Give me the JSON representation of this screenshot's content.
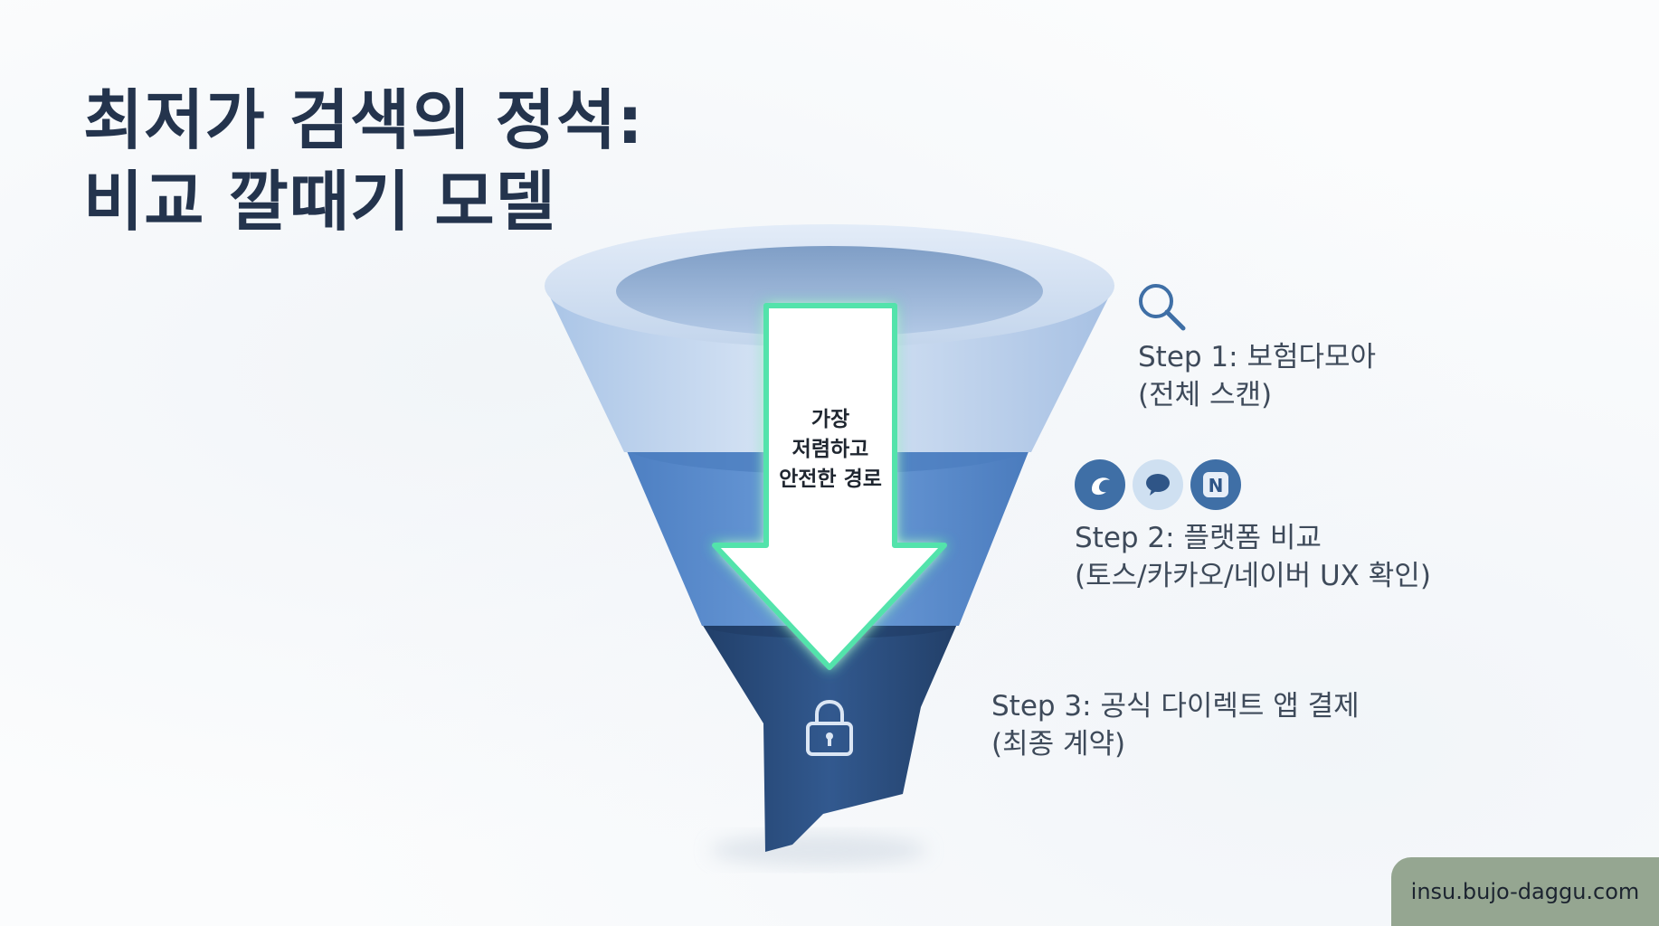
{
  "title": {
    "line1": "최저가 검색의 정석:",
    "line2": "비교 깔때기 모델"
  },
  "arrow": {
    "line1": "가장",
    "line2": "저렴하고",
    "line3": "안전한 경로"
  },
  "steps": [
    {
      "line1": "Step 1: 보험다모아",
      "line2": "(전체 스캔)",
      "icon": "search-icon"
    },
    {
      "line1": "Step 2: 플랫폼 비교",
      "line2": "(토스/카카오/네이버 UX 확인)",
      "icons": [
        "toss-icon",
        "kakao-talk-icon",
        "naver-icon"
      ]
    },
    {
      "line1": "Step 3: 공식 다이렉트 앱 결제",
      "line2": "(최종 계약)",
      "icon": "lock-icon"
    }
  ],
  "platform_icon_text": {
    "naver": "N"
  },
  "watermark": "insu.bujo-daggu.com",
  "colors": {
    "title": "#24344d",
    "funnel_top": "#c6d8ee",
    "funnel_middle": "#5d8fd0",
    "funnel_bottom": "#2c5386",
    "arrow_glow": "#4fe0a8",
    "watermark_bg": "#95a691"
  }
}
